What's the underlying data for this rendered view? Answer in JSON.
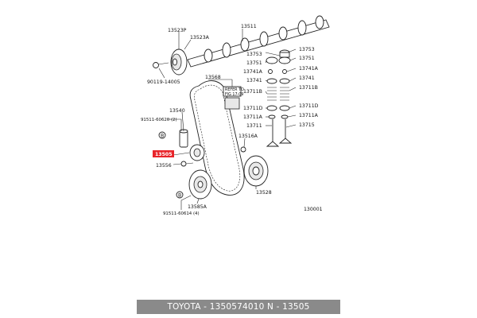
{
  "diagram": {
    "labels": {
      "p13523P": "13523P",
      "p13523A": "13523A",
      "p13511": "13511",
      "p90119": "90119-14005",
      "p13568": "13568",
      "refer_to": "REFER TO",
      "fig": "FIG 17-09",
      "p13540": "13540",
      "p91511a": "91511-60620 (2)",
      "p13505": "13505",
      "p13556": "13556",
      "p13585A": "13585A",
      "p91511b": "91511-60614 (4)",
      "p13516A": "13516A",
      "p13528": "13528",
      "p13000": "130001",
      "p13753": "13753",
      "p13751": "13751",
      "p13741A": "13741A",
      "p13741": "13741",
      "p13711B": "13711B",
      "p13711D": "13711D",
      "p13711A": "13711A",
      "p13711": "13711",
      "p13715": "13715",
      "b_letter": "B"
    }
  },
  "footer": {
    "caption": "TOYOTA - 1350574010      N - 13505"
  },
  "colors": {
    "highlight": "#e8242a",
    "footer_bg": "#8a8a8a"
  }
}
